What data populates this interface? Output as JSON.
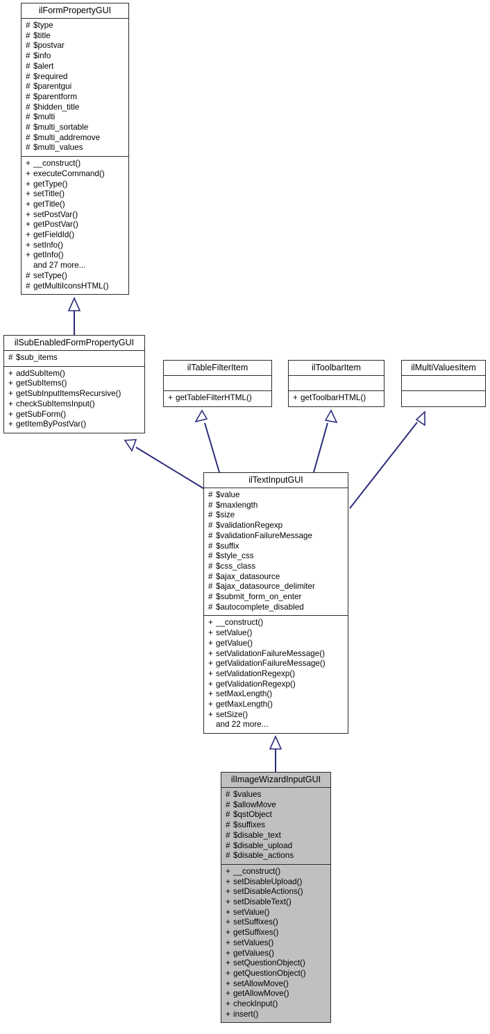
{
  "diagram": {
    "type": "uml-class-inheritance-diagram",
    "background": "#ffffff",
    "edge_color": "#2a2a7a",
    "border_color": "#2b2b2b",
    "highlight_fill": "#c0c0c0"
  },
  "classes": [
    {
      "id": "ilFormPropertyGUI",
      "name": "ilFormPropertyGUI",
      "highlighted": false,
      "attributes": [
        {
          "vis": "#",
          "text": "$type"
        },
        {
          "vis": "#",
          "text": "$title"
        },
        {
          "vis": "#",
          "text": "$postvar"
        },
        {
          "vis": "#",
          "text": "$info"
        },
        {
          "vis": "#",
          "text": "$alert"
        },
        {
          "vis": "#",
          "text": "$required"
        },
        {
          "vis": "#",
          "text": "$parentgui"
        },
        {
          "vis": "#",
          "text": "$parentform"
        },
        {
          "vis": "#",
          "text": "$hidden_title"
        },
        {
          "vis": "#",
          "text": "$multi"
        },
        {
          "vis": "#",
          "text": "$multi_sortable"
        },
        {
          "vis": "#",
          "text": "$multi_addremove"
        },
        {
          "vis": "#",
          "text": "$multi_values"
        }
      ],
      "operations": [
        {
          "vis": "+",
          "text": "__construct()"
        },
        {
          "vis": "+",
          "text": "executeCommand()"
        },
        {
          "vis": "+",
          "text": "getType()"
        },
        {
          "vis": "+",
          "text": "setTitle()"
        },
        {
          "vis": "+",
          "text": "getTitle()"
        },
        {
          "vis": "+",
          "text": "setPostVar()"
        },
        {
          "vis": "+",
          "text": "getPostVar()"
        },
        {
          "vis": "+",
          "text": "getFieldId()"
        },
        {
          "vis": "+",
          "text": "setInfo()"
        },
        {
          "vis": "+",
          "text": "getInfo()"
        },
        {
          "vis": "",
          "text": "and 27 more..."
        },
        {
          "vis": "#",
          "text": "setType()"
        },
        {
          "vis": "#",
          "text": "getMultiIconsHTML()"
        }
      ]
    },
    {
      "id": "ilSubEnabledFormPropertyGUI",
      "name": "ilSubEnabledFormPropertyGUI",
      "highlighted": false,
      "attributes": [
        {
          "vis": "#",
          "text": "$sub_items"
        }
      ],
      "operations": [
        {
          "vis": "+",
          "text": "addSubItem()"
        },
        {
          "vis": "+",
          "text": "getSubItems()"
        },
        {
          "vis": "+",
          "text": "getSubInputItemsRecursive()"
        },
        {
          "vis": "+",
          "text": "checkSubItemsInput()"
        },
        {
          "vis": "+",
          "text": "getSubForm()"
        },
        {
          "vis": "+",
          "text": "getItemByPostVar()"
        }
      ]
    },
    {
      "id": "ilTableFilterItem",
      "name": "ilTableFilterItem",
      "highlighted": false,
      "attributes": [],
      "operations": [
        {
          "vis": "+",
          "text": "getTableFilterHTML()"
        }
      ]
    },
    {
      "id": "ilToolbarItem",
      "name": "ilToolbarItem",
      "highlighted": false,
      "attributes": [],
      "operations": [
        {
          "vis": "+",
          "text": "getToolbarHTML()"
        }
      ]
    },
    {
      "id": "ilMultiValuesItem",
      "name": "ilMultiValuesItem",
      "highlighted": false,
      "attributes": [],
      "operations": []
    },
    {
      "id": "ilTextInputGUI",
      "name": "ilTextInputGUI",
      "highlighted": false,
      "attributes": [
        {
          "vis": "#",
          "text": "$value"
        },
        {
          "vis": "#",
          "text": "$maxlength"
        },
        {
          "vis": "#",
          "text": "$size"
        },
        {
          "vis": "#",
          "text": "$validationRegexp"
        },
        {
          "vis": "#",
          "text": "$validationFailureMessage"
        },
        {
          "vis": "#",
          "text": "$suffix"
        },
        {
          "vis": "#",
          "text": "$style_css"
        },
        {
          "vis": "#",
          "text": "$css_class"
        },
        {
          "vis": "#",
          "text": "$ajax_datasource"
        },
        {
          "vis": "#",
          "text": "$ajax_datasource_delimiter"
        },
        {
          "vis": "#",
          "text": "$submit_form_on_enter"
        },
        {
          "vis": "#",
          "text": "$autocomplete_disabled"
        }
      ],
      "operations": [
        {
          "vis": "+",
          "text": "__construct()"
        },
        {
          "vis": "+",
          "text": "setValue()"
        },
        {
          "vis": "+",
          "text": "getValue()"
        },
        {
          "vis": "+",
          "text": "setValidationFailureMessage()"
        },
        {
          "vis": "+",
          "text": "getValidationFailureMessage()"
        },
        {
          "vis": "+",
          "text": "setValidationRegexp()"
        },
        {
          "vis": "+",
          "text": "getValidationRegexp()"
        },
        {
          "vis": "+",
          "text": "setMaxLength()"
        },
        {
          "vis": "+",
          "text": "getMaxLength()"
        },
        {
          "vis": "+",
          "text": "setSize()"
        },
        {
          "vis": "",
          "text": "and 22 more..."
        }
      ]
    },
    {
      "id": "ilImageWizardInputGUI",
      "name": "ilImageWizardInputGUI",
      "highlighted": true,
      "attributes": [
        {
          "vis": "#",
          "text": "$values"
        },
        {
          "vis": "#",
          "text": "$allowMove"
        },
        {
          "vis": "#",
          "text": "$qstObject"
        },
        {
          "vis": "#",
          "text": "$suffixes"
        },
        {
          "vis": "#",
          "text": "$disable_text"
        },
        {
          "vis": "#",
          "text": "$disable_upload"
        },
        {
          "vis": "#",
          "text": "$disable_actions"
        }
      ],
      "operations": [
        {
          "vis": "+",
          "text": "__construct()"
        },
        {
          "vis": "+",
          "text": "setDisableUpload()"
        },
        {
          "vis": "+",
          "text": "setDisableActions()"
        },
        {
          "vis": "+",
          "text": "setDisableText()"
        },
        {
          "vis": "+",
          "text": "setValue()"
        },
        {
          "vis": "+",
          "text": "setSuffixes()"
        },
        {
          "vis": "+",
          "text": "getSuffixes()"
        },
        {
          "vis": "+",
          "text": "setValues()"
        },
        {
          "vis": "+",
          "text": "getValues()"
        },
        {
          "vis": "+",
          "text": "setQuestionObject()"
        },
        {
          "vis": "+",
          "text": "getQuestionObject()"
        },
        {
          "vis": "+",
          "text": "setAllowMove()"
        },
        {
          "vis": "+",
          "text": "getAllowMove()"
        },
        {
          "vis": "+",
          "text": "checkInput()"
        },
        {
          "vis": "+",
          "text": "insert()"
        }
      ]
    }
  ],
  "relations": [
    {
      "from": "ilSubEnabledFormPropertyGUI",
      "to": "ilFormPropertyGUI",
      "kind": "generalization"
    },
    {
      "from": "ilTextInputGUI",
      "to": "ilSubEnabledFormPropertyGUI",
      "kind": "generalization"
    },
    {
      "from": "ilTextInputGUI",
      "to": "ilTableFilterItem",
      "kind": "realization"
    },
    {
      "from": "ilTextInputGUI",
      "to": "ilToolbarItem",
      "kind": "realization"
    },
    {
      "from": "ilTextInputGUI",
      "to": "ilMultiValuesItem",
      "kind": "realization"
    },
    {
      "from": "ilImageWizardInputGUI",
      "to": "ilTextInputGUI",
      "kind": "generalization"
    }
  ]
}
